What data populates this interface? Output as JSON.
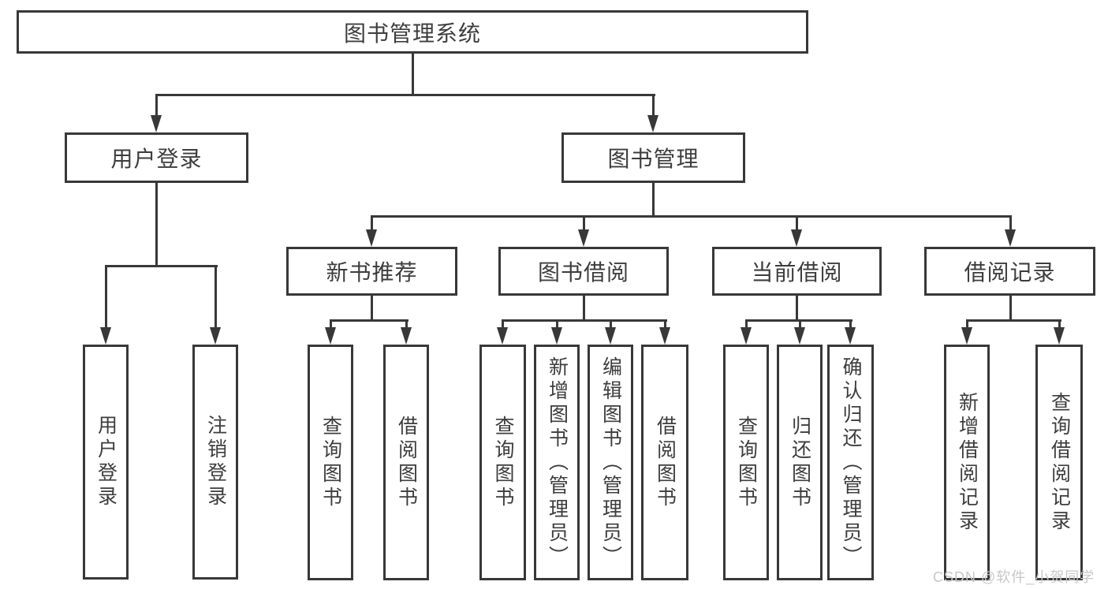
{
  "diagram": {
    "title": "图书管理系统",
    "level2": [
      {
        "label": "用户登录"
      },
      {
        "label": "图书管理"
      }
    ],
    "level3": [
      {
        "label": "新书推荐"
      },
      {
        "label": "图书借阅"
      },
      {
        "label": "当前借阅"
      },
      {
        "label": "借阅记录"
      }
    ],
    "leafGroups": [
      {
        "parent": "用户登录",
        "leaves": [
          "用户登录",
          "注销登录"
        ]
      },
      {
        "parent": "新书推荐",
        "leaves": [
          "查询图书",
          "借阅图书"
        ]
      },
      {
        "parent": "图书借阅",
        "leaves": [
          "查询图书",
          "新增图书（管理员）",
          "编辑图书（管理员）",
          "借阅图书"
        ]
      },
      {
        "parent": "当前借阅",
        "leaves": [
          "查询图书",
          "归还图书",
          "确认归还（管理员）"
        ]
      },
      {
        "parent": "借阅记录",
        "leaves": [
          "新增借阅记录",
          "查询借阅记录"
        ]
      }
    ]
  },
  "watermark": {
    "text": "CSDN @软件_小贺同学"
  },
  "colors": {
    "line": "#383838",
    "text": "#3d3d3d",
    "box_background": "#ffffff",
    "watermark": "#c8c8c8",
    "background": "#ffffff"
  }
}
